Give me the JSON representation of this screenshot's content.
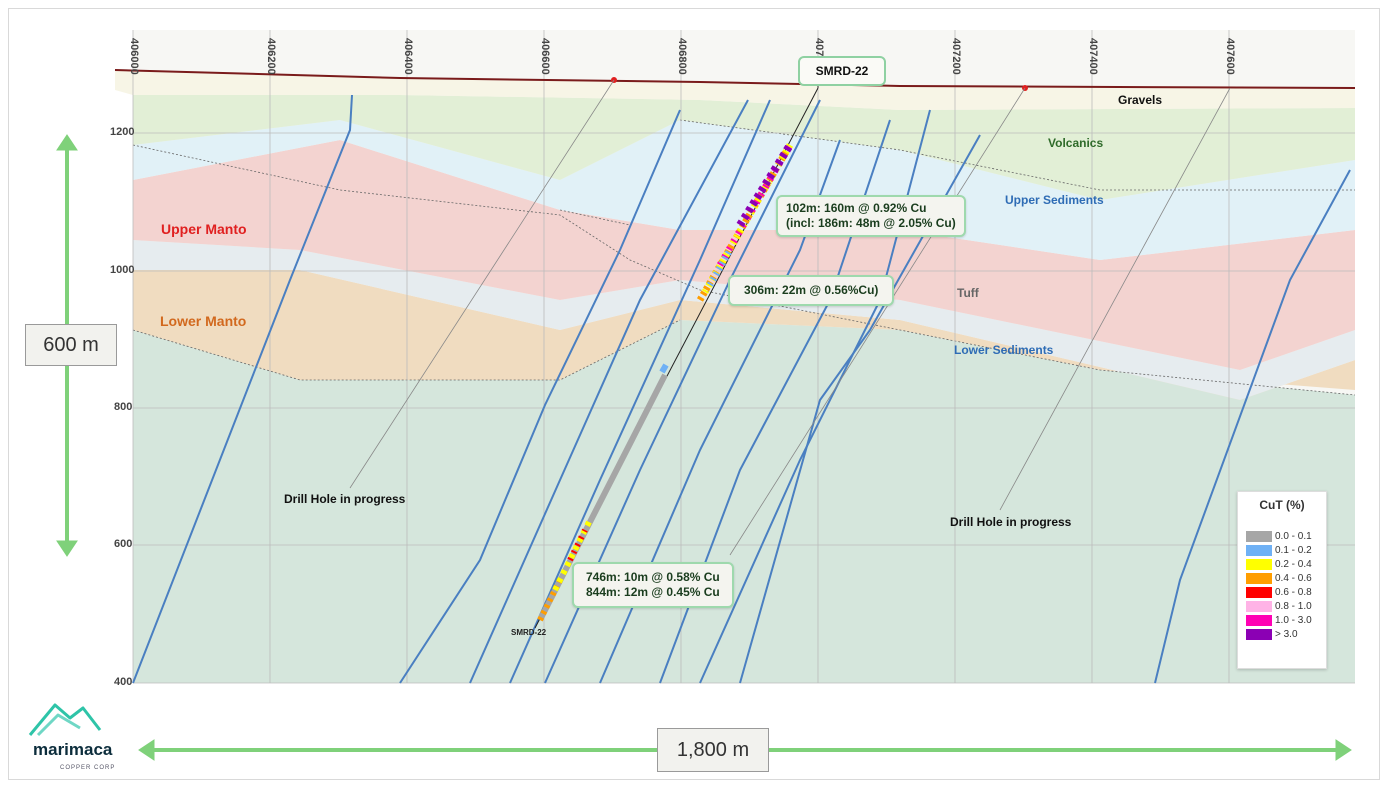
{
  "hole": {
    "name": "SMRD-22",
    "bottom_label": "SMRD-22"
  },
  "x_axis_ticks": [
    "406000",
    "406200",
    "406400",
    "406600",
    "406800",
    "407000",
    "407200",
    "407400",
    "407600"
  ],
  "y_axis_ticks": [
    "1200",
    "1000",
    "800",
    "600",
    "400"
  ],
  "units": {
    "gravels": "Gravels",
    "volcanics": "Volcanics",
    "upper_sediments": "Upper Sediments",
    "tuff": "Tuff",
    "lower_sediments": "Lower Sediments",
    "upper_manto": "Upper Manto",
    "lower_manto": "Lower Manto"
  },
  "annotations": {
    "progress_left": "Drill Hole in progress",
    "progress_right": "Drill Hole in progress"
  },
  "callouts": {
    "top_line1": "102m: 160m @ 0.92% Cu",
    "top_line2": "(incl: 186m: 48m @ 2.05% Cu)",
    "mid": "306m: 22m @ 0.56%Cu)",
    "bottom_line1": "746m: 10m @ 0.58% Cu",
    "bottom_line2": "844m: 12m @ 0.45% Cu"
  },
  "scale": {
    "vertical": "600 m",
    "horizontal": "1,800 m"
  },
  "legend": {
    "title": "CuT (%)",
    "items": [
      {
        "label": "0.0 - 0.1",
        "color": "#a6a6a6"
      },
      {
        "label": "0.1 - 0.2",
        "color": "#6fb1f5"
      },
      {
        "label": "0.2 - 0.4",
        "color": "#ffff00"
      },
      {
        "label": "0.4 - 0.6",
        "color": "#ff9e00"
      },
      {
        "label": "0.6 - 0.8",
        "color": "#ff0000"
      },
      {
        "label": "0.8 - 1.0",
        "color": "#ffb3e6"
      },
      {
        "label": "1.0 - 3.0",
        "color": "#ff00b4"
      },
      {
        "label": "> 3.0",
        "color": "#8b00b4"
      }
    ]
  },
  "colors": {
    "accent_green": "#7fd17a",
    "upper_manto": "#e02020",
    "lower_manto": "#d2691e",
    "volcanics": "#2f6b2a",
    "sediments": "#2e6cb5",
    "fault": "#4a7fc1"
  },
  "logo": {
    "name": "marimaca",
    "sub": "COPPER CORP"
  }
}
